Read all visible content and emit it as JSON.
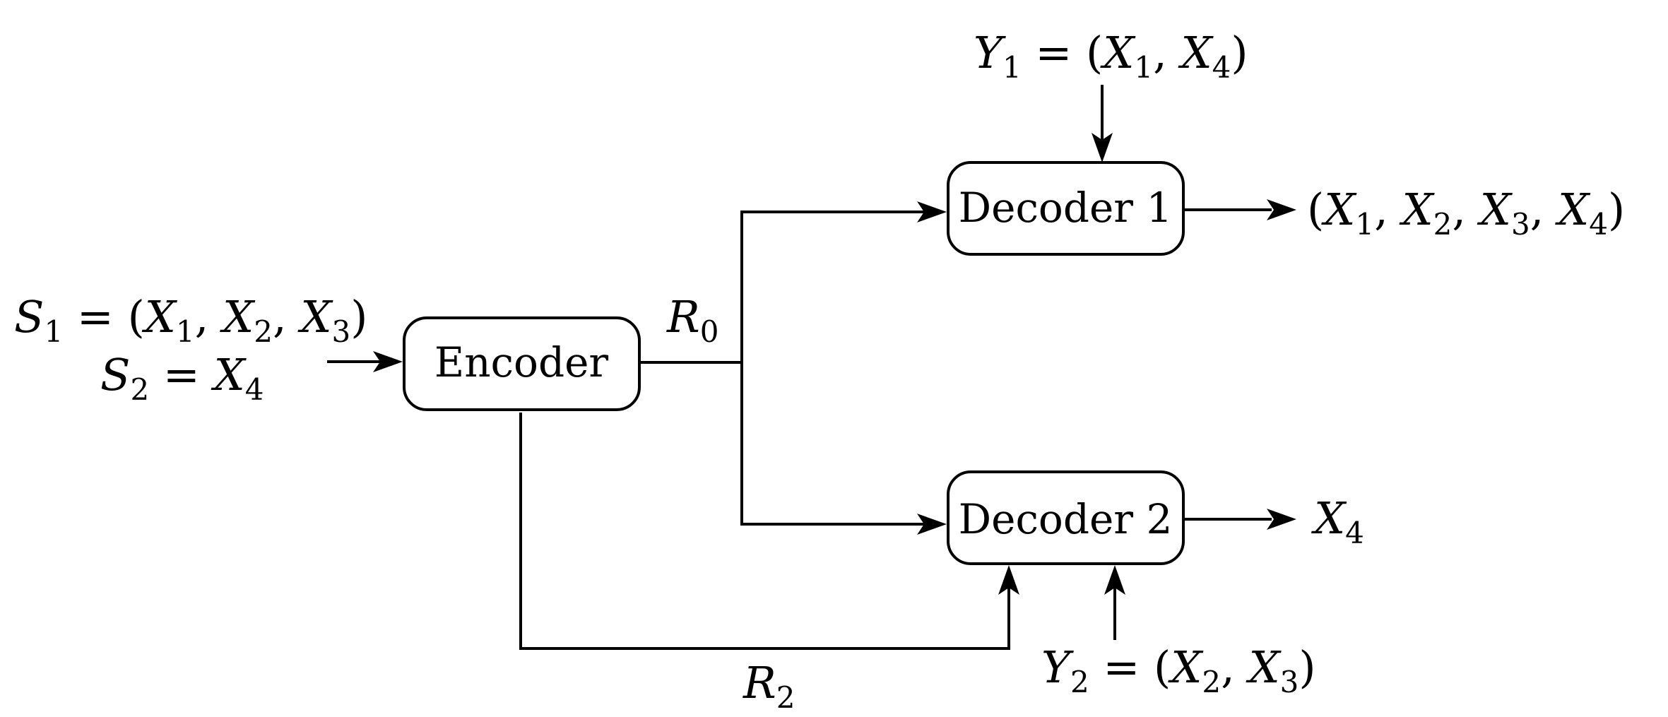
{
  "blocks": {
    "encoder": "Encoder",
    "decoder1": "Decoder 1",
    "decoder2": "Decoder 2"
  },
  "labels": {
    "S1": {
      "lhs_var": "S",
      "lhs_sub": "1",
      "eq": " = (",
      "a_var": "X",
      "a_sub": "1",
      "b_var": "X",
      "b_sub": "2",
      "c_var": "X",
      "c_sub": "3",
      "sep": ", ",
      "close": ")"
    },
    "S2": {
      "lhs_var": "S",
      "lhs_sub": "2",
      "eq": " = ",
      "rhs_var": "X",
      "rhs_sub": "4"
    },
    "R0": {
      "var": "R",
      "sub": "0"
    },
    "R2": {
      "var": "R",
      "sub": "2"
    },
    "Y1": {
      "lhs_var": "Y",
      "lhs_sub": "1",
      "eq": " = (",
      "a_var": "X",
      "a_sub": "1",
      "b_var": "X",
      "b_sub": "4",
      "sep": ", ",
      "close": ")"
    },
    "Y2": {
      "lhs_var": "Y",
      "lhs_sub": "2",
      "eq": " = (",
      "a_var": "X",
      "a_sub": "2",
      "b_var": "X",
      "b_sub": "3",
      "sep": ", ",
      "close": ")"
    },
    "out1": {
      "open": "(",
      "a_var": "X",
      "a_sub": "1",
      "b_var": "X",
      "b_sub": "2",
      "c_var": "X",
      "c_sub": "3",
      "d_var": "X",
      "d_sub": "4",
      "sep": ", ",
      "close": ")"
    },
    "out2": {
      "var": "X",
      "sub": "4"
    }
  }
}
